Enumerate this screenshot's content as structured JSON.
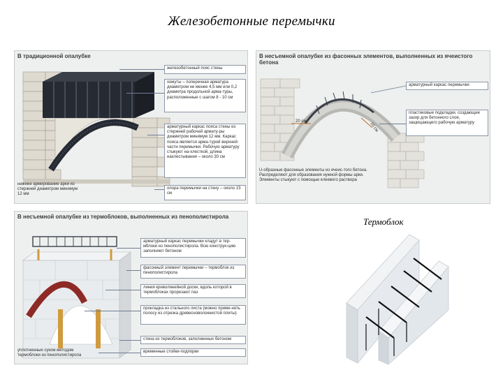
{
  "slide": {
    "title": "Железобетонные перемычки"
  },
  "panels": {
    "traditional": {
      "heading": "В традиционной опалубке",
      "callouts": [
        "железобетонный пояс стены",
        "хомуты – поперечная арматура диаметром не менее 4,5 мм или 0,2 диаметра продольной арма-туры, расположенные с шагом 8 - 10 см",
        "арматурный каркас пояса стены из стержней рабочей армату-ры диаметром минимум 12 мм. Каркас пояса является арма-турой верхней части перемычки. Рабочую арматуру стыкуют на-хлесткой, длина нахлестывания – около 30 см",
        "опора перемычки на стену – около 15 см"
      ],
      "caption": "нижнее армирование арки из стержней диаметром минимум 12 мм"
    },
    "shaped": {
      "heading": "В несъемной опалубке из фасонных элементов, выполненных из ячеистого бетона",
      "callouts": [
        "арматурный каркас перемычки",
        "пластиковые подкладки, создающие зазор для бетонного слоя, защищающего рабочую арматуру"
      ],
      "dim_20": "20 см",
      "dim_10": "10 см",
      "caption": "U-образные фасонные элементы из ячеис-того бетона. Распределяют для образования нужной формы арки. Элементы стыкуют с помощью клеевого раствора"
    },
    "thermoblock": {
      "heading": "В несъемной опалубке из термоблоков, выполненных из пенополистирола",
      "callouts": [
        "арматурный каркас перемычки кладут в тер-мблоки из пенополистирола. Всю конструк-цию заполняют бетоном",
        "фасонный элемент перемычки – термоблок из пенополистирола",
        "линия криволинейной доски, вдоль которой в термоблоках прорезают паз",
        "прокладка из стального листа (можно приме-нять полосу из отрезка древесноволокнистой плиты)",
        "стена из термоблоков, заполненных бетоном",
        "временные стойки-подпорки"
      ],
      "caption": "уплотненные суком методом термоблоки из пенополистирола"
    }
  },
  "photo": {
    "label": "Термоблок"
  },
  "colors": {
    "brick": "#dedad0",
    "beam": "#262a33",
    "rebar": "#3a3f48",
    "arch": "#b7b7b3",
    "foam": "#e9ecee",
    "timber": "#d09a3e",
    "red_board": "#8e2a25",
    "callout_border": "#8b96a6"
  }
}
